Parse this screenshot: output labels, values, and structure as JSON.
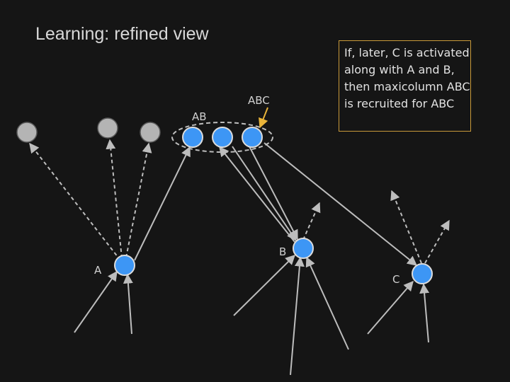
{
  "slide": {
    "title": "Learning: refined view"
  },
  "labels": {
    "a": "A",
    "b": "B",
    "c": "C",
    "ab": "AB",
    "abc": "ABC"
  },
  "note": {
    "text": "If, later, C is activated along with A and B, then maxicolumn ABC is recruited for ABC"
  },
  "colors": {
    "background": "#151515",
    "active_node": "#3d96f5",
    "inactive_node": "#b4b4b4",
    "connection": "#bdbdbd",
    "note_border": "#c99a3a",
    "pointer": "#e8b339"
  }
}
